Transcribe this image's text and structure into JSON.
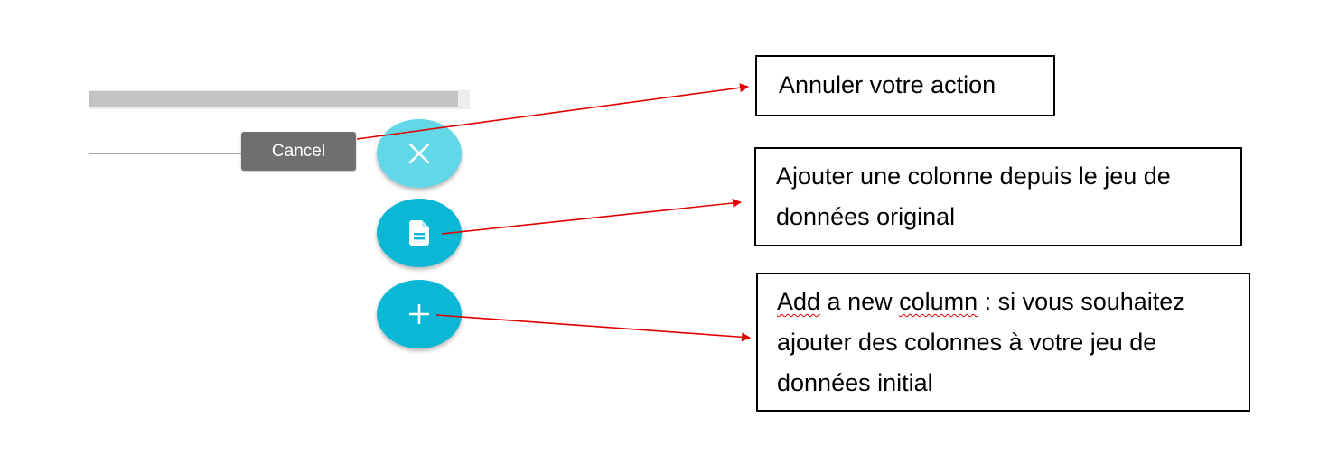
{
  "dialog": {
    "cancel_label": "Cancel"
  },
  "progress": {
    "value": 0.97
  },
  "fab_menu": {
    "close_icon": "close-icon",
    "document_icon": "document-icon",
    "add_icon": "plus-icon"
  },
  "annotations": {
    "cancel_note": "Annuler votre action",
    "original_column_note_line1": "Ajouter une colonne depuis le jeu de",
    "original_column_note_line2": "données original",
    "new_column_note_term1": "Add",
    "new_column_note_word2": " a new ",
    "new_column_note_term2": "column",
    "new_column_note_rest1": " : si vous souhaitez",
    "new_column_note_line2": "ajouter des colonnes à votre jeu de",
    "new_column_note_line3": "données initial"
  },
  "colors": {
    "fab_primary": "#0ab8d5",
    "fab_close": "#62d7e7",
    "cancel_button": "#6f6f6f",
    "arrow": "#e00000"
  }
}
